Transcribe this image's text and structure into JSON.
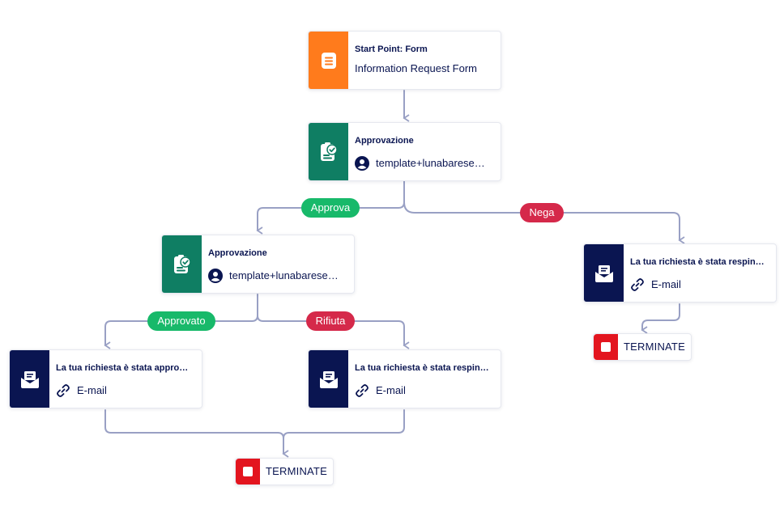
{
  "colors": {
    "connector": "#99a0c4",
    "form_orange": "#ff7b1c",
    "approval_teal": "#0f7e63",
    "email_navy": "#0a1551",
    "approve_green": "#18b96a",
    "deny_red": "#d5294a",
    "terminate_red": "#e3151f"
  },
  "start": {
    "title": "Start Point: Form",
    "subtitle": "Information Request Form",
    "icon": "form-document-icon"
  },
  "approval_1": {
    "title": "Approvazione",
    "assignee": "template+lunabarese…",
    "icon": "approval-clipboard-icon"
  },
  "approval_2": {
    "title": "Approvazione",
    "assignee": "template+lunabarese…",
    "icon": "approval-clipboard-icon"
  },
  "branches": {
    "approva": "Approva",
    "nega": "Nega",
    "approvato": "Approvato",
    "rifiuta": "Rifiuta"
  },
  "email_rejected_right": {
    "title": "La tua richiesta è stata respin…",
    "type": "E-mail",
    "icon": "email-envelope-icon"
  },
  "email_approved": {
    "title": "La tua richiesta è stata appro…",
    "type": "E-mail",
    "icon": "email-envelope-icon"
  },
  "email_rejected_mid": {
    "title": "La tua richiesta è stata respin…",
    "type": "E-mail",
    "icon": "email-envelope-icon"
  },
  "terminate_right": {
    "label": "TERMINATE"
  },
  "terminate_bottom": {
    "label": "TERMINATE"
  }
}
